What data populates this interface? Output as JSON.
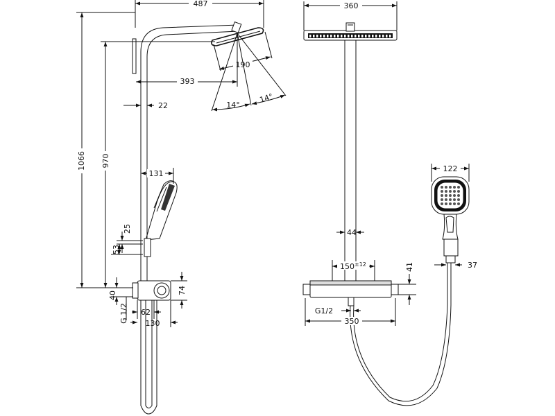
{
  "dimensions": {
    "head_reach": "487",
    "head_width": "360",
    "head_diameter": "190",
    "arm_length": "393",
    "wall_offset": "22",
    "pivot_left": "14°",
    "pivot_right": "14°",
    "total_height": "1066",
    "column_height": "970",
    "handshower_reach": "131",
    "handshower_width": "122",
    "pipe_diameter": "44",
    "holder_offset": "37",
    "centers": "150",
    "centers_tol": "±12",
    "inlet_height": "41",
    "thermo_depth": "74",
    "thermo_width": "350",
    "connection_left": "G 1/2",
    "connection_front": "G1/2",
    "dim_25": "25",
    "dim_53": "53",
    "dim_40": "40",
    "dim_62": "62",
    "dim_130": "130"
  }
}
